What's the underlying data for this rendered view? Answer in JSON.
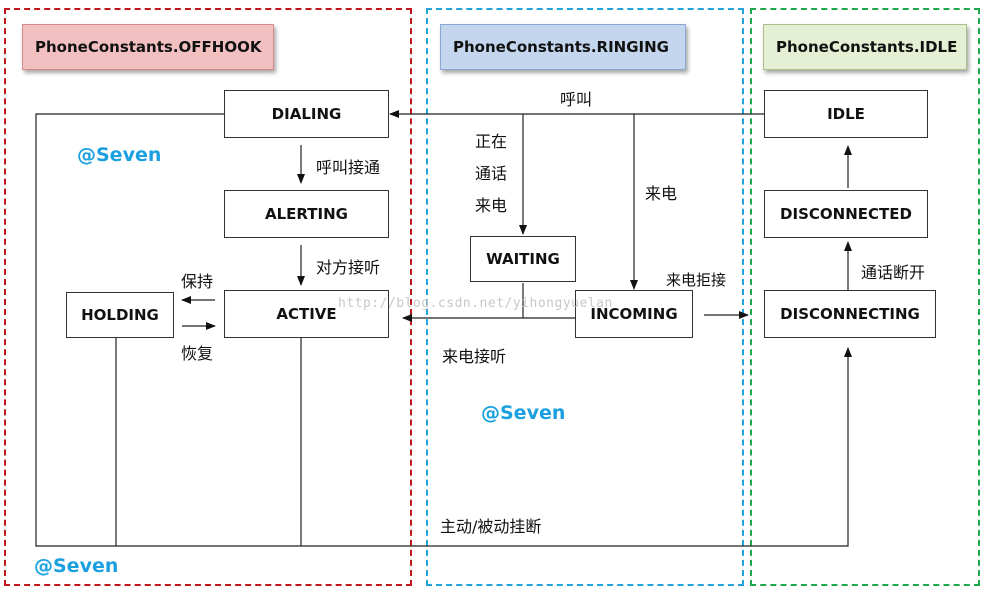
{
  "colors": {
    "offhook_border": "#c0171c",
    "ringing_border": "#21a4dc",
    "idle_border": "#1ea94c",
    "offhook_header": "#f2c0c0",
    "ringing_header": "#c3d6ee",
    "idle_header": "#e5efd3",
    "watermark": "#1aa0e0"
  },
  "zones": {
    "offhook": "PhoneConstants.OFFHOOK",
    "ringing": "PhoneConstants.RINGING",
    "idle": "PhoneConstants.IDLE"
  },
  "states": {
    "dialing": "DIALING",
    "alerting": "ALERTING",
    "active": "ACTIVE",
    "holding": "HOLDING",
    "waiting": "WAITING",
    "incoming": "INCOMING",
    "idle": "IDLE",
    "disconnected": "DISCONNECTED",
    "disconnecting": "DISCONNECTING"
  },
  "transitions": {
    "call": "呼叫",
    "call_connected": "呼叫接通",
    "peer_answer": "对方接听",
    "hold": "保持",
    "resume": "恢复",
    "incoming_during_call": "正在\n通话\n来电",
    "incoming": "来电",
    "reject_incoming": "来电拒接",
    "answer_incoming": "来电接听",
    "call_disconnected": "通话断开",
    "hangup": "主动/被动挂断"
  },
  "watermarks": {
    "author": "@Seven",
    "url": "http://blog.csdn.net/yihongyuelan"
  }
}
